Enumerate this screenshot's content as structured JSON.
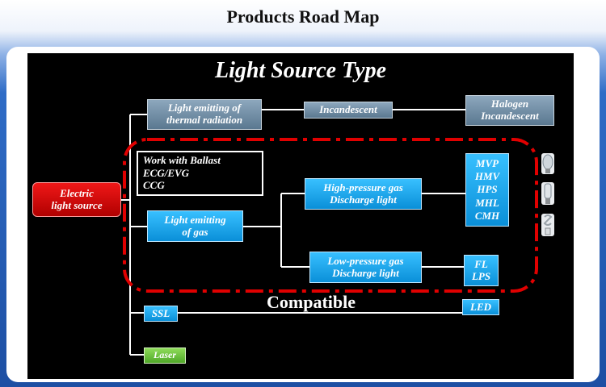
{
  "header": {
    "title": "Products Road Map"
  },
  "diagram": {
    "title": "Light Source Type",
    "root": "Electric\nlight source",
    "thermal": "Light emitting of\nthermal radiation",
    "incandescent": "Incandescent",
    "halogen": "Halogen\nIncandescent",
    "ballast_lines": [
      "Work with Ballast",
      "ECG/EVG",
      "CCG"
    ],
    "gas": "Light emitting\nof gas",
    "high_pressure": "High-pressure gas\nDischarge light",
    "high_pressure_types": "MVP\nHMV\nHPS\nMHL\nCMH",
    "low_pressure": "Low-pressure gas\nDischarge light",
    "low_pressure_types": "FL\nLPS",
    "ssl": "SSL",
    "led": "LED",
    "compatible": "Compatible",
    "laser": "Laser",
    "lamp_icons": [
      "bulb-lamp-icon",
      "metal-halide-lamp-icon",
      "cfl-lamp-icon"
    ],
    "colors": {
      "background_blue": "#2f6cc6",
      "panel": "#000000",
      "grey_box": "#6f8ca3",
      "blue_box": "#1aa7ee",
      "red_box": "#d40000",
      "green_box": "#6cc23c",
      "dash_outline": "#e00000"
    }
  }
}
